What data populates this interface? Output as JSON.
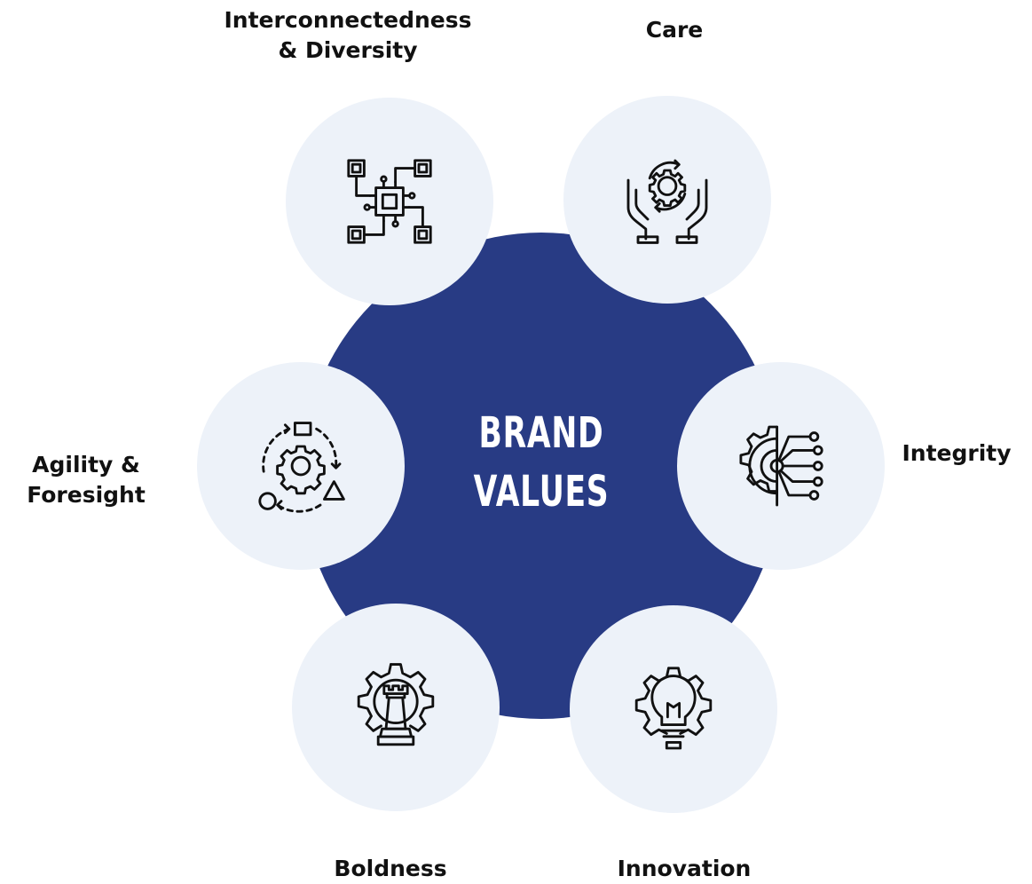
{
  "center": {
    "line1": "BRAND",
    "line2": "VALUES",
    "color": "#283b84"
  },
  "node_fill": "#edf2f9",
  "values": [
    {
      "label_line1": "Interconnectedness",
      "label_line2": "& Diversity",
      "icon": "circuit-chip-icon"
    },
    {
      "label_line1": "Care",
      "label_line2": "",
      "icon": "hands-gear-icon"
    },
    {
      "label_line1": "Integrity",
      "label_line2": "",
      "icon": "gear-circuit-icon"
    },
    {
      "label_line1": "Innovation",
      "label_line2": "",
      "icon": "lightbulb-gear-icon"
    },
    {
      "label_line1": "Boldness",
      "label_line2": "",
      "icon": "chess-rook-gear-icon"
    },
    {
      "label_line1": "Agility &",
      "label_line2": "Foresight",
      "icon": "cycle-gear-icon"
    }
  ]
}
